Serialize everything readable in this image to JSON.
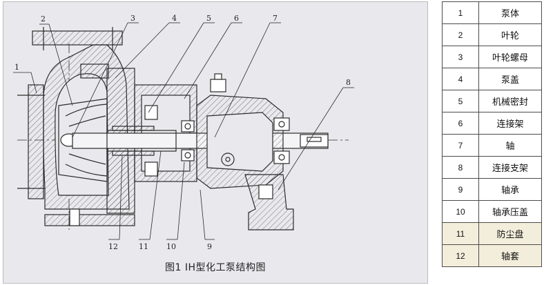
{
  "figure": {
    "caption": "图1 IH型化工泵结构图",
    "callouts": [
      "1",
      "2",
      "3",
      "4",
      "5",
      "6",
      "7",
      "8",
      "9",
      "10",
      "11",
      "12"
    ]
  },
  "parts_table": [
    {
      "no": "1",
      "name": "泵体"
    },
    {
      "no": "2",
      "name": "叶轮"
    },
    {
      "no": "3",
      "name": "叶轮螺母"
    },
    {
      "no": "4",
      "name": "泵盖"
    },
    {
      "no": "5",
      "name": "机械密封"
    },
    {
      "no": "6",
      "name": "连接架"
    },
    {
      "no": "7",
      "name": "轴"
    },
    {
      "no": "8",
      "name": "连接支架"
    },
    {
      "no": "9",
      "name": "轴承"
    },
    {
      "no": "10",
      "name": "轴承压盖"
    },
    {
      "no": "11",
      "name": "防尘盘"
    },
    {
      "no": "12",
      "name": "轴套"
    }
  ],
  "colors": {
    "drawing_bg": "#e9e9ed",
    "line": "#2a2a2a",
    "row_highlight": "#f3eedb"
  }
}
